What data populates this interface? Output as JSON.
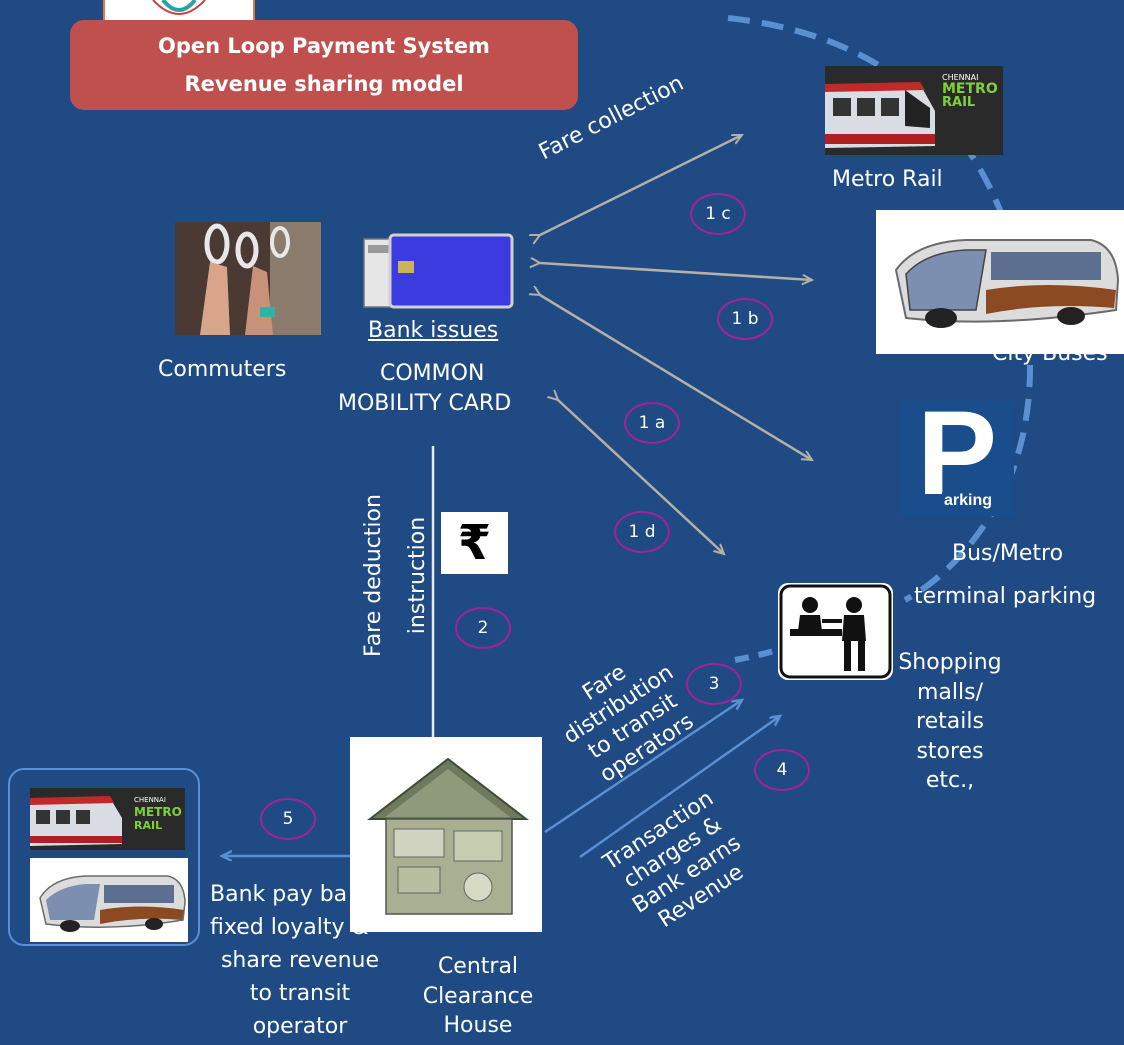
{
  "title_box": {
    "line1": "Open Loop Payment System",
    "line2": "Revenue sharing model"
  },
  "nodes": {
    "commuters": "Commuters",
    "bank_issues": "Bank issues",
    "card_line1": "COMMON",
    "card_line2": "MOBILITY CARD",
    "metro": "Metro Rail",
    "city_buses": "City Buses",
    "parking_sign": "arking",
    "parking_line1": "Bus/Metro",
    "parking_line2": "terminal parking",
    "shop_line1": "Shopping",
    "shop_line2": "malls/",
    "shop_line3": "retails",
    "shop_line4": "stores",
    "shop_line5": "etc.,",
    "cch_line1": "Central",
    "cch_line2": "Clearance",
    "cch_line3": "House",
    "bank_pay_line1": "Bank pay ba",
    "bank_pay_line2": "fixed loyalty &",
    "bank_pay_line3": "share revenue",
    "bank_pay_line4": "to transit",
    "bank_pay_line5": "operator"
  },
  "flow_labels": {
    "fare_collection": "Fare collection",
    "fare_deduction_line1": "Fare deduction",
    "fare_deduction_line2": "instruction",
    "rupee": "₹",
    "fare_dist_line1": "Fare",
    "fare_dist_line2": "distribution",
    "fare_dist_line3": "to transit",
    "fare_dist_line4": "operators",
    "txn_line1": "Transaction",
    "txn_line2": "charges &",
    "txn_line3": "Bank earns",
    "txn_line4": "Revenue"
  },
  "badges": {
    "b1c": "1 c",
    "b1b": "1 b",
    "b1a": "1 a",
    "b1d": "1 d",
    "b2": "2",
    "b3": "3",
    "b4": "4",
    "b5": "5"
  },
  "metro_logo": {
    "l1": "CHENNAI",
    "l2": "METRO",
    "l3": "RAIL"
  },
  "colors": {
    "background": "#1f4a84",
    "title_box": "#c0504d",
    "badge_ring": "#a3229a",
    "arrow_grey": "#b5b0a6",
    "arrow_blue": "#5b8fd1",
    "dashed_ring": "#5b8fd1"
  }
}
